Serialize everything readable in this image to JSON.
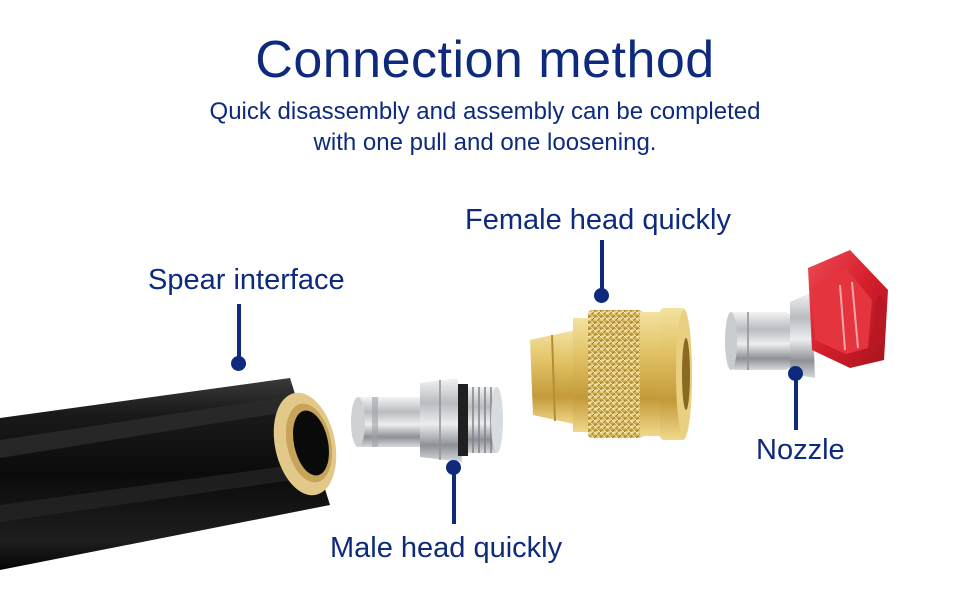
{
  "header": {
    "title": "Connection method",
    "subtitle_line1": "Quick disassembly and assembly can be completed",
    "subtitle_line2": "with one pull and one loosening."
  },
  "labels": {
    "spear_interface": "Spear interface",
    "female_head": "Female head quickly",
    "male_head": "Male head quickly",
    "nozzle": "Nozzle"
  },
  "colors": {
    "text": "#0d2a7d",
    "nozzle_red": "#d4202c",
    "brass": "#d9b24a",
    "wand_black": "#141414",
    "steel": "#c7c9cc"
  }
}
